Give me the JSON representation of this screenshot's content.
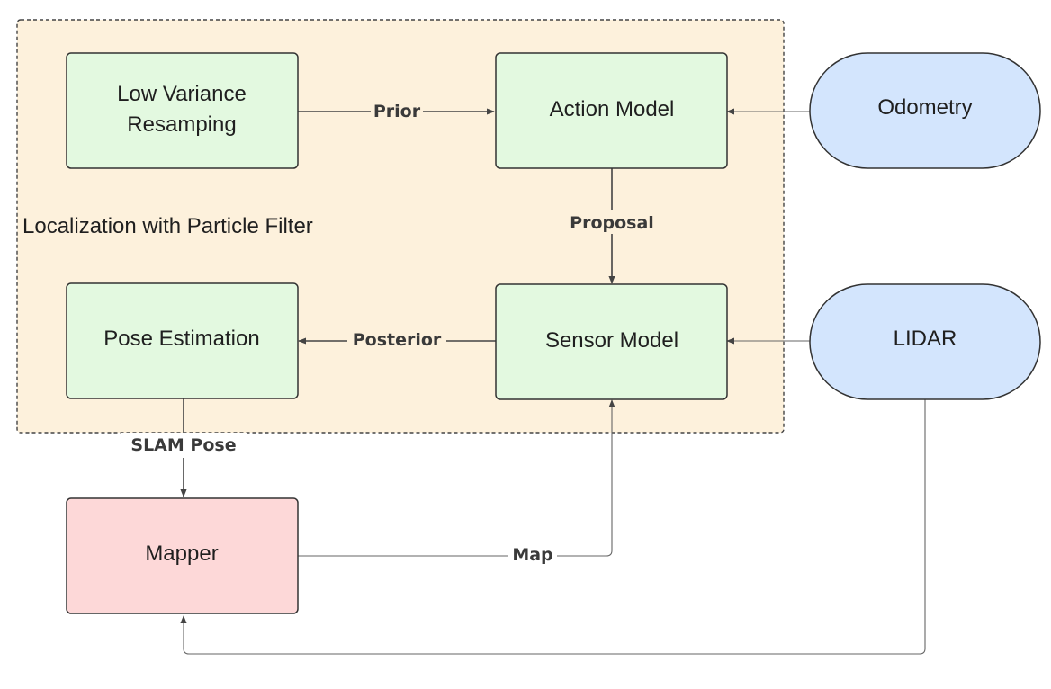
{
  "group": {
    "label": "Localization with Particle Filter",
    "fill": "#fdf1dc",
    "border": "#444444"
  },
  "colors": {
    "process_fill": "#e3f9e0",
    "mapper_fill": "#fdd8d8",
    "sensor_fill": "#d3e5fd",
    "stroke": "#333333"
  },
  "nodes": {
    "resampling": {
      "lines": [
        "Low Variance",
        "Resamping"
      ]
    },
    "action_model": {
      "lines": [
        "Action Model"
      ]
    },
    "odometry": {
      "lines": [
        "Odometry"
      ]
    },
    "sensor_model": {
      "lines": [
        "Sensor Model"
      ]
    },
    "pose_estimation": {
      "lines": [
        "Pose Estimation"
      ]
    },
    "lidar": {
      "lines": [
        "LIDAR"
      ]
    },
    "mapper": {
      "lines": [
        "Mapper"
      ]
    }
  },
  "edges": {
    "prior": "Prior",
    "proposal": "Proposal",
    "posterior": "Posterior",
    "slam_pose": "SLAM Pose",
    "map": "Map"
  }
}
